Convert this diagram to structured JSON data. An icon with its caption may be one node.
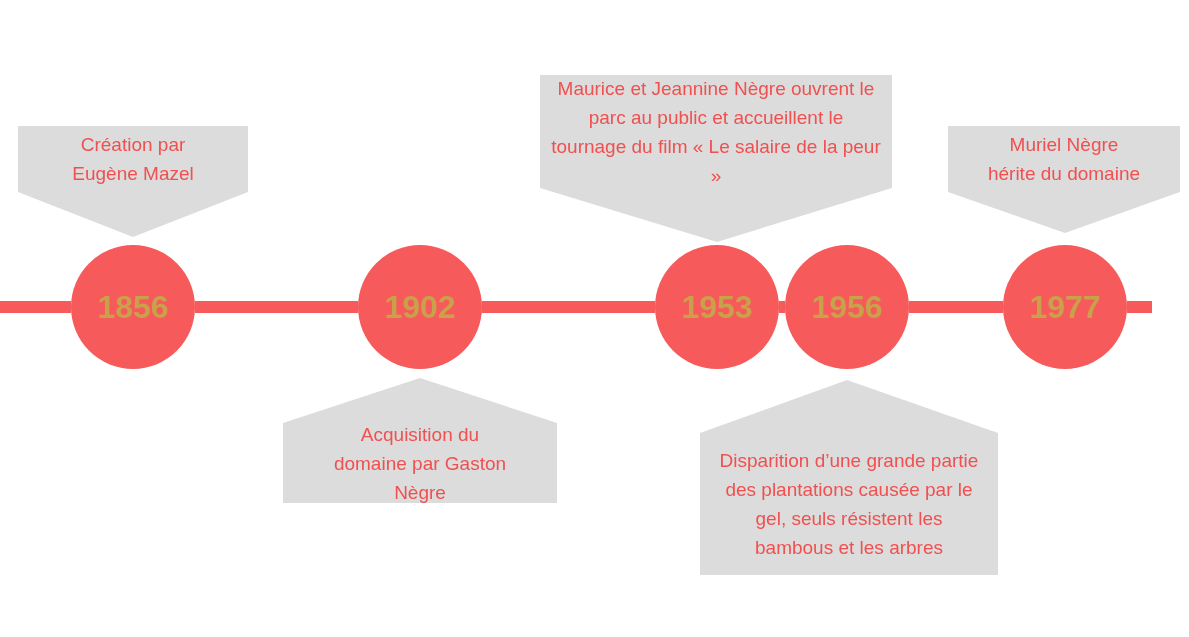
{
  "diagram": {
    "nodes": [
      {
        "text": [
          "Création par Eugène Mazel"
        ]
      },
      {
        "text": [
          "Maurice et Jeannine Nègre ouvrent le parc au public et accueillent le tournage du film « Le salaire de la peur »"
        ]
      },
      {
        "text": [
          "Muriel Nègre hérite du domaine"
        ]
      },
      {
        "text": [
          "1856"
        ]
      },
      {
        "text": [
          "1902"
        ]
      },
      {
        "text": [
          "1953"
        ]
      },
      {
        "text": [
          "1956"
        ]
      },
      {
        "text": [
          "1977"
        ]
      },
      {
        "text": [
          "Acquisition du domaine par Gaston Nègre"
        ]
      },
      {
        "text": [
          "Disparition d’une grande partie des plantations causée par le gel, seuls résistent les bambous et les arbres"
        ]
      }
    ],
    "edges": [
      {
        "from": null,
        "to": 3,
        "arrow": "none"
      },
      {
        "from": 3,
        "to": 4,
        "arrow": "none"
      },
      {
        "from": 4,
        "to": 5,
        "arrow": "none"
      },
      {
        "from": 5,
        "to": 6,
        "arrow": "none"
      },
      {
        "from": 6,
        "to": 7,
        "arrow": "none"
      },
      {
        "from": 7,
        "to": null,
        "arrow": "none"
      }
    ]
  }
}
